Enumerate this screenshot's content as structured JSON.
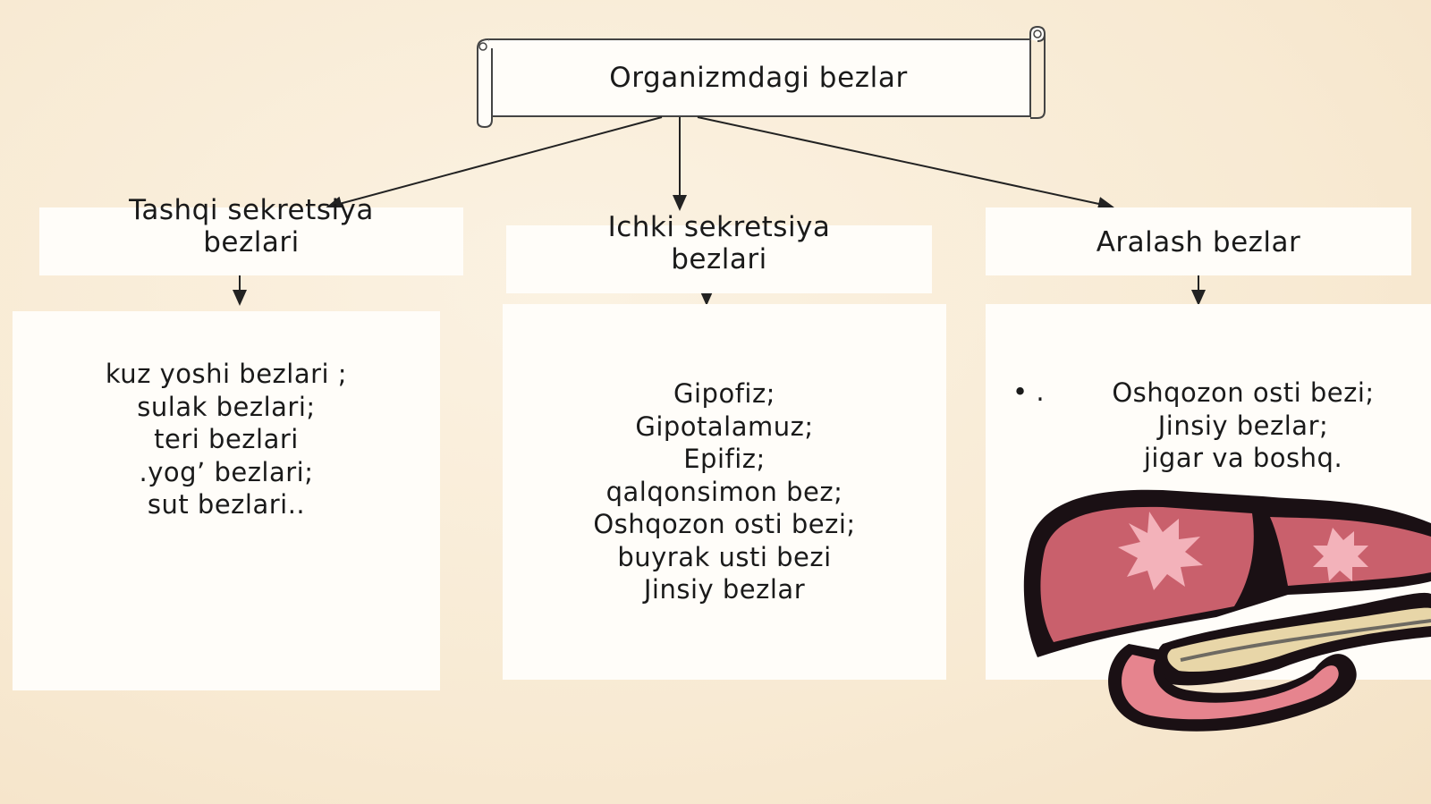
{
  "root": {
    "title": "Organizmdagi  bezlar"
  },
  "categories": [
    {
      "id": "tashqi",
      "label_lines": [
        "Tashqi sekretsiya",
        "bezlari"
      ],
      "items": [
        "kuz yoshi bezlari   ;",
        "sulak bezlari;",
        "teri bezlari",
        ".yog’ bezlari;",
        "sut bezlari.."
      ]
    },
    {
      "id": "ichki",
      "label_lines": [
        "Ichki sekretsiya",
        "bezlari"
      ],
      "items": [
        "Gipofiz;",
        "Gipotalamuz;",
        "Epifiz;",
        "qalqonsimon bez;",
        "Oshqozon osti bezi;",
        "buyrak usti bezi",
        "Jinsiy bezlar"
      ]
    },
    {
      "id": "aralash",
      "label_lines": [
        "Aralash bezlar"
      ],
      "bullet": "•  .",
      "items": [
        "Oshqozon osti bezi;",
        "Jinsiy bezlar;",
        "jigar va boshq."
      ]
    }
  ],
  "illustration": {
    "icon": "liver-pancreas-illustration",
    "colors": {
      "organ": "#c9606c",
      "outline": "#1a1014",
      "pancreas": "#e8d6a8"
    }
  }
}
